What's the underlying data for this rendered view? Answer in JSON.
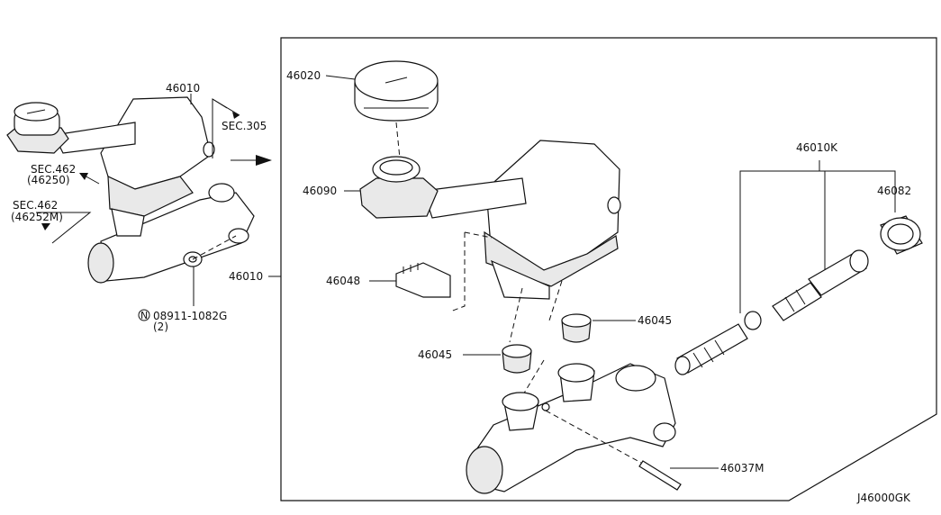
{
  "diagram_code": "J46000GK",
  "left_assembly": {
    "part_number": "46010",
    "section_refs": [
      {
        "section": "SEC.305",
        "sub": ""
      },
      {
        "section": "SEC.462",
        "sub": "(46250)"
      },
      {
        "section": "SEC.462",
        "sub": "(46252M)"
      }
    ],
    "nut": {
      "prefix": "N",
      "number": "08911-1082G",
      "qty": "(2)"
    }
  },
  "detail_frame_label": "46010",
  "parts": [
    {
      "number": "46020"
    },
    {
      "number": "46090"
    },
    {
      "number": "46048"
    },
    {
      "number": "46045"
    },
    {
      "number": "46045"
    },
    {
      "number": "46037M"
    },
    {
      "number": "46010K"
    },
    {
      "number": "46082"
    }
  ]
}
